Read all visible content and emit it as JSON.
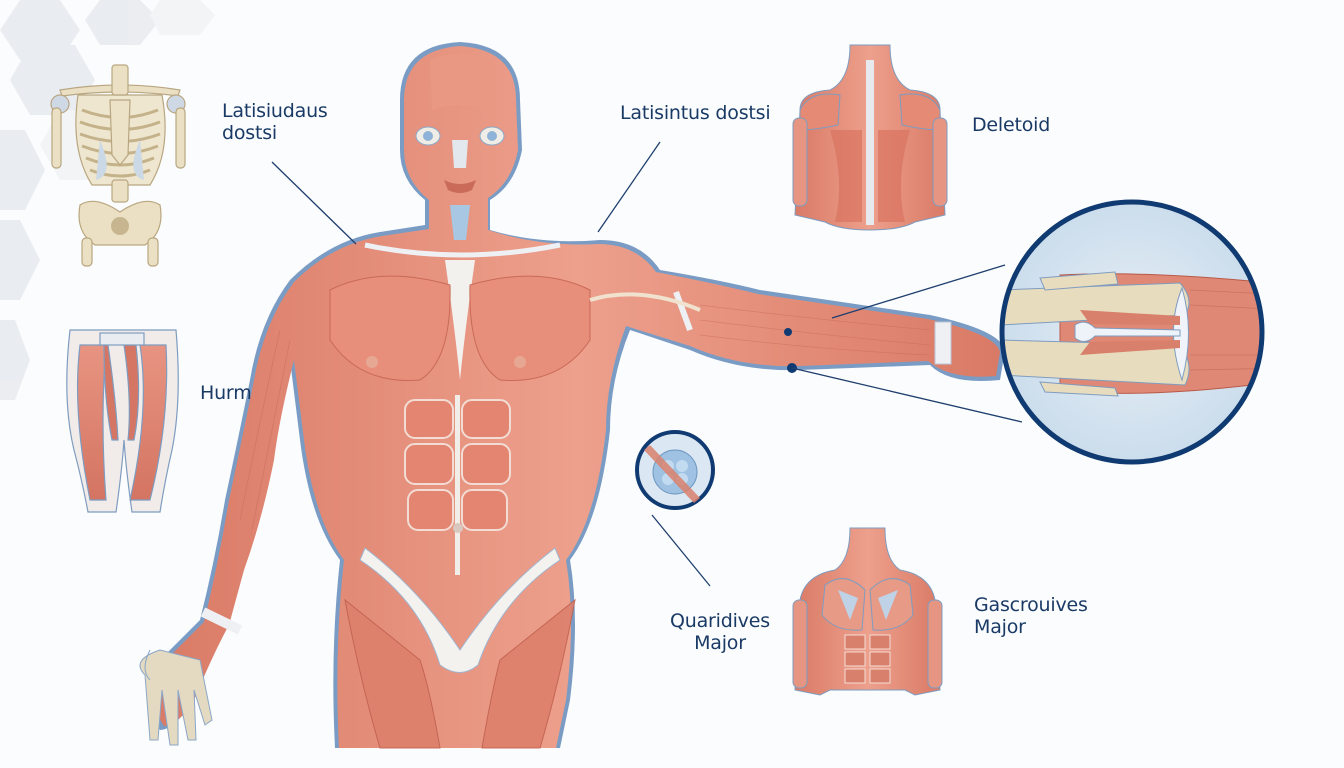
{
  "diagram": {
    "title": "Human muscular anatomy illustration",
    "colors": {
      "muscle": "#e08a76",
      "muscle_dark": "#c2604f",
      "muscle_light": "#f2b3a1",
      "tendon": "#eef0f4",
      "bone": "#e8dcc0",
      "outline": "#6b8fb8",
      "leader_line": "#1f3f6e",
      "inset_ring": "#0f3a72",
      "inset_fill": "#d6e5f1",
      "label_text": "#1a3a66"
    },
    "labels": [
      {
        "id": "label-top-left",
        "lines": [
          "Latisiudaus",
          "dostsi"
        ]
      },
      {
        "id": "label-top-center",
        "lines": [
          "Latisintus dostsi"
        ]
      },
      {
        "id": "label-deltoid",
        "lines": [
          "Deletoid"
        ]
      },
      {
        "id": "label-hurm",
        "lines": [
          "Hurm"
        ]
      },
      {
        "id": "label-quaridives",
        "lines": [
          "Quaridives",
          "Major"
        ]
      },
      {
        "id": "label-gascrouives",
        "lines": [
          "Gascrouives",
          "Major"
        ]
      }
    ],
    "figures": [
      {
        "id": "central-muscle-figure",
        "description": "Full front muscular figure with left arm extended"
      },
      {
        "id": "skeleton-torso-figure",
        "description": "Skeleton ribcage, spine and pelvis"
      },
      {
        "id": "thigh-muscles-figure",
        "description": "Upper leg muscle detail"
      },
      {
        "id": "back-muscles-figure",
        "description": "Posterior torso muscles"
      },
      {
        "id": "chest-muscles-figure",
        "description": "Anterior torso muscles"
      },
      {
        "id": "forearm-bone-inset",
        "description": "Circular magnified view of forearm bones and muscles"
      },
      {
        "id": "cell-inset",
        "description": "Small circular magnified tissue/cell view"
      }
    ]
  }
}
